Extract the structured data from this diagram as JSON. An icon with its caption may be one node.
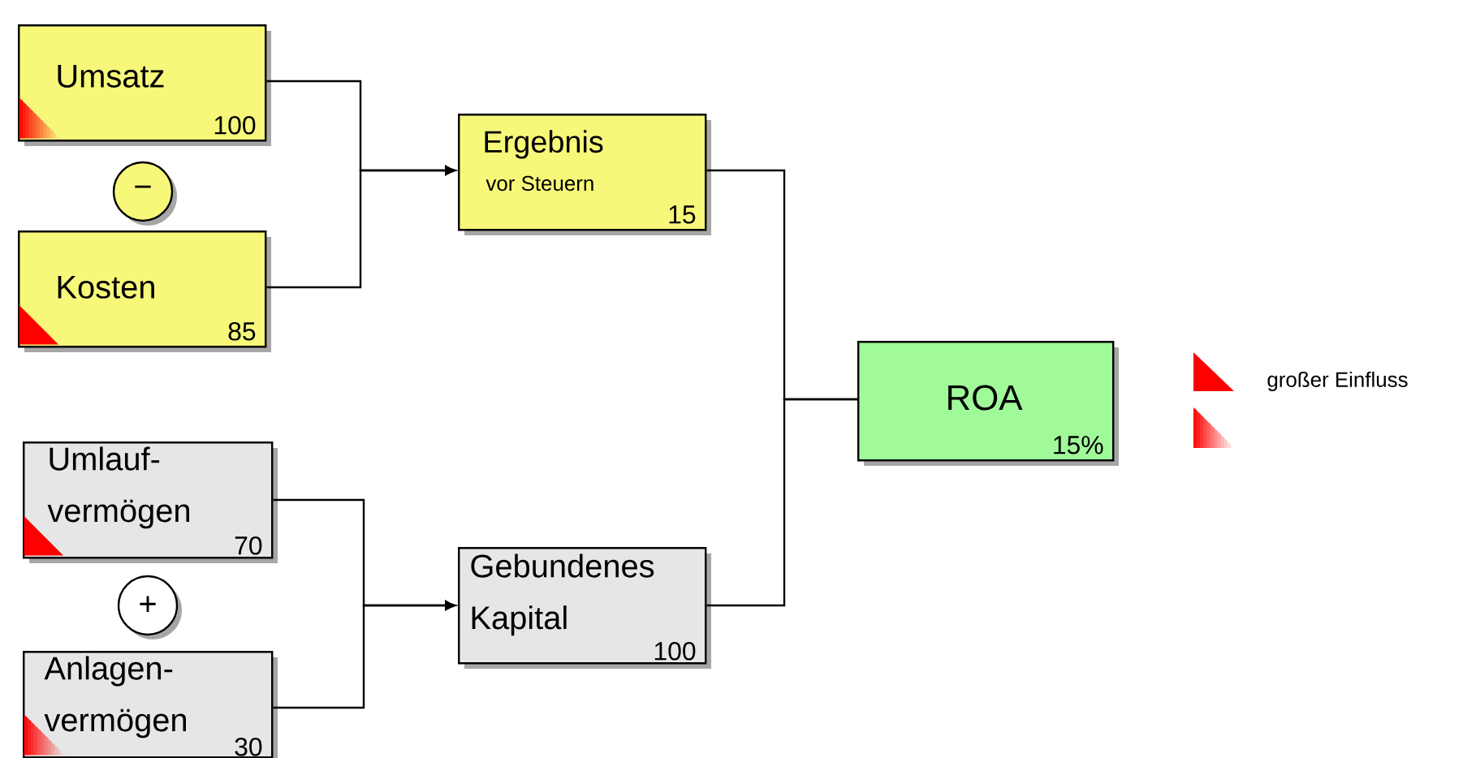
{
  "diagram": {
    "nodes": [
      {
        "text": [
          "Umsatz",
          "100"
        ]
      },
      {
        "text": [
          "−"
        ]
      },
      {
        "text": [
          "Kosten",
          "85"
        ]
      },
      {
        "text": [
          "Ergebnis",
          "vor Steuern",
          "15"
        ]
      },
      {
        "text": [
          "Umlauf- vermögen",
          "70"
        ]
      },
      {
        "text": [
          "+"
        ]
      },
      {
        "text": [
          "Anlagen- vermögen",
          "30"
        ]
      },
      {
        "text": [
          "Gebundenes Kapital",
          "100"
        ]
      },
      {
        "text": [
          "ROA",
          "15%"
        ]
      }
    ],
    "edges": [
      {
        "from": 0,
        "to": 3,
        "arrow": "to"
      },
      {
        "from": 2,
        "to": 3,
        "arrow": "to"
      },
      {
        "from": 4,
        "to": 7,
        "arrow": "to"
      },
      {
        "from": 6,
        "to": 7,
        "arrow": "to"
      },
      {
        "from": 3,
        "to": 8,
        "arrow": "none"
      },
      {
        "from": 7,
        "to": 8,
        "arrow": "none"
      }
    ],
    "legend": [
      {
        "text": "großer Einfluss",
        "color": "#ff0000"
      }
    ]
  }
}
